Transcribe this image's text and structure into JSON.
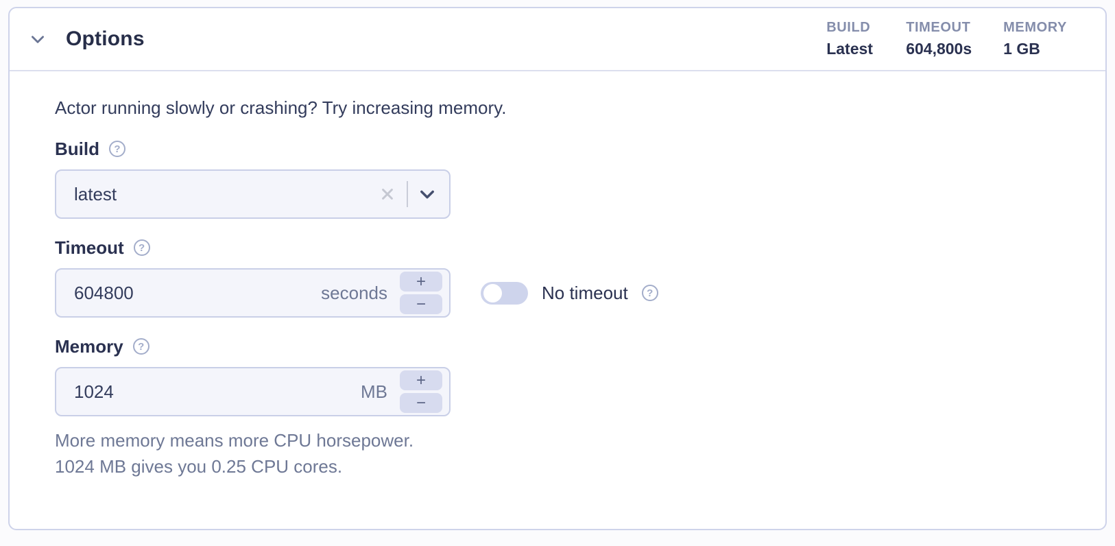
{
  "header": {
    "title": "Options",
    "summary": [
      {
        "label": "BUILD",
        "value": "Latest"
      },
      {
        "label": "TIMEOUT",
        "value": "604,800s"
      },
      {
        "label": "MEMORY",
        "value": "1 GB"
      }
    ]
  },
  "body": {
    "intro": "Actor running slowly or crashing? Try increasing memory.",
    "build": {
      "label": "Build",
      "value": "latest"
    },
    "timeout": {
      "label": "Timeout",
      "value": "604800",
      "unit": "seconds",
      "toggle_label": "No timeout",
      "toggle_state": "off"
    },
    "memory": {
      "label": "Memory",
      "value": "1024",
      "unit": "MB",
      "help_line1": "More memory means more CPU horsepower.",
      "help_line2": "1024 MB gives you 0.25 CPU cores."
    },
    "help_glyph": "?",
    "stepper_plus": "+",
    "stepper_minus": "−"
  },
  "icons": {
    "collapse_chevron": "chevron-down",
    "build_clear": "x-clear",
    "build_dropdown": "chevron-down"
  },
  "colors": {
    "card_border": "#ced3ea",
    "input_bg": "#f4f5fb",
    "input_border": "#c9cfe7",
    "stepper_bg": "#d7dbef",
    "toggle_track": "#ced4ec",
    "text_dark": "#2a3150",
    "text_muted": "#6e7895",
    "summary_label": "#848dab"
  }
}
